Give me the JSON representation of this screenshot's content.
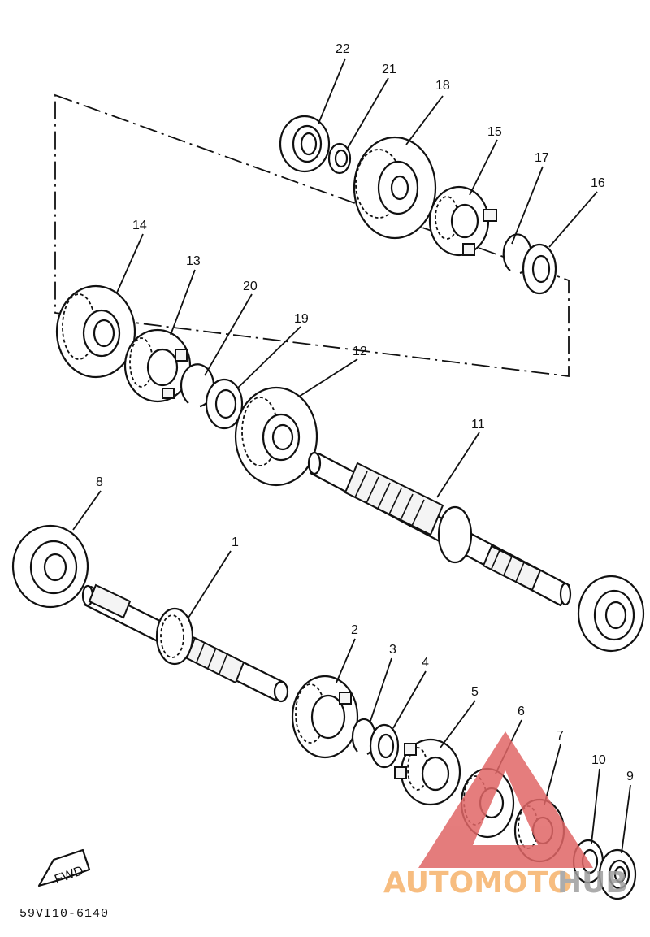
{
  "diagram": {
    "drawing_code": "59VI10-6140",
    "direction_label": "FWD",
    "callouts": [
      "1",
      "2",
      "3",
      "4",
      "5",
      "6",
      "7",
      "8",
      "9",
      "10",
      "11",
      "12",
      "13",
      "14",
      "15",
      "16",
      "17",
      "18",
      "19",
      "20",
      "21",
      "22"
    ]
  },
  "watermark": {
    "text_part1": "AUTOMOTO",
    "text_part2": "HUB",
    "colors": {
      "part1": "#f6b26b",
      "part2": "#9e9e9e",
      "logo": "#e06666"
    }
  }
}
